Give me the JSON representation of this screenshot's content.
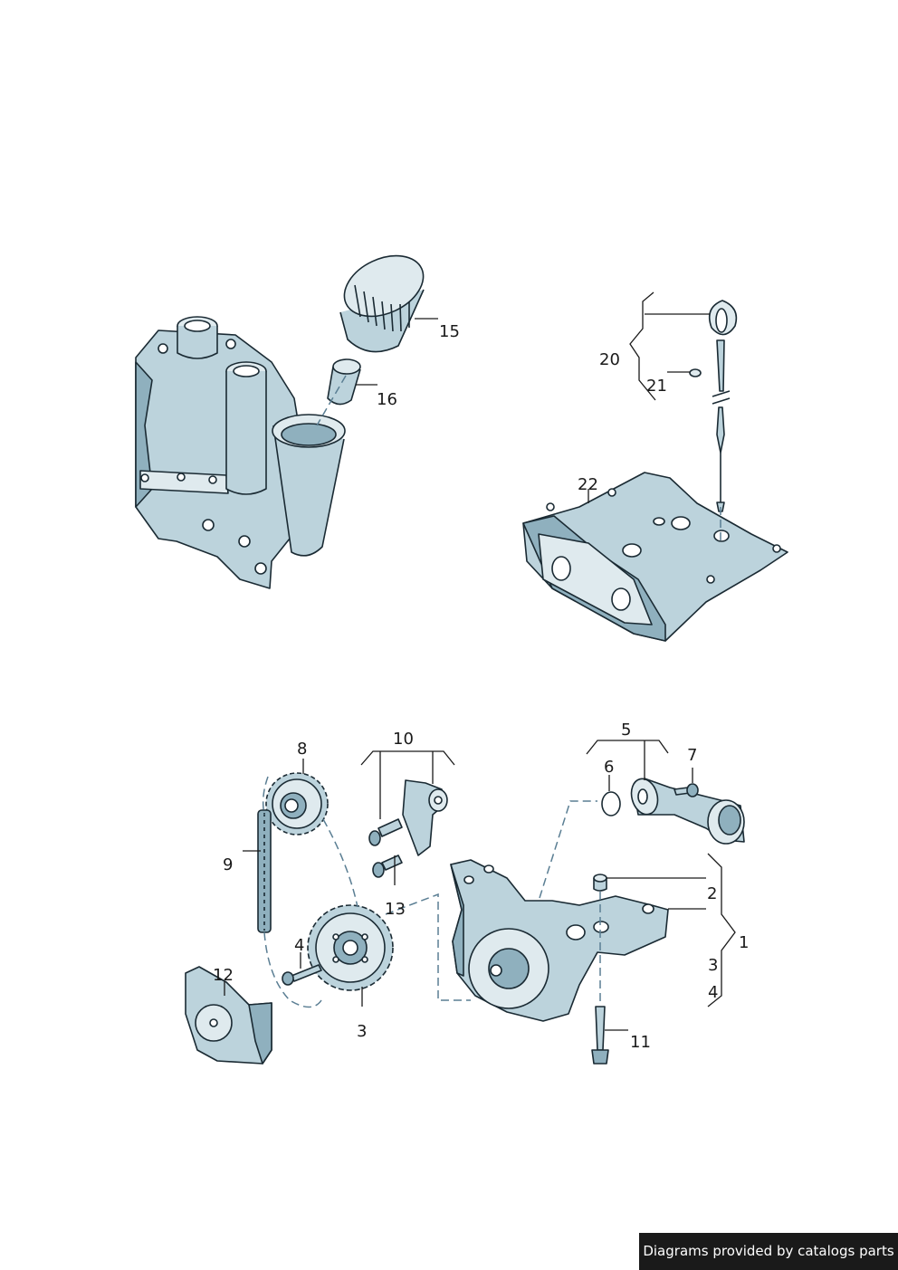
{
  "callouts": {
    "c1": "1",
    "c2": "2",
    "c3a": "3",
    "c3b": "3",
    "c4a": "4",
    "c4b": "4",
    "c5": "5",
    "c6": "6",
    "c7": "7",
    "c8": "8",
    "c9": "9",
    "c10": "10",
    "c11": "11",
    "c12": "12",
    "c13": "13",
    "c15": "15",
    "c16": "16",
    "c20": "20",
    "c21": "21",
    "c22": "22"
  },
  "footer": {
    "credit": "Diagrams provided by catalogs parts"
  },
  "colors": {
    "part_fill": "#bcd3dc",
    "part_shadow": "#8fb0be",
    "outline": "#1a2a33",
    "footer_bg": "#1a1a1a"
  }
}
